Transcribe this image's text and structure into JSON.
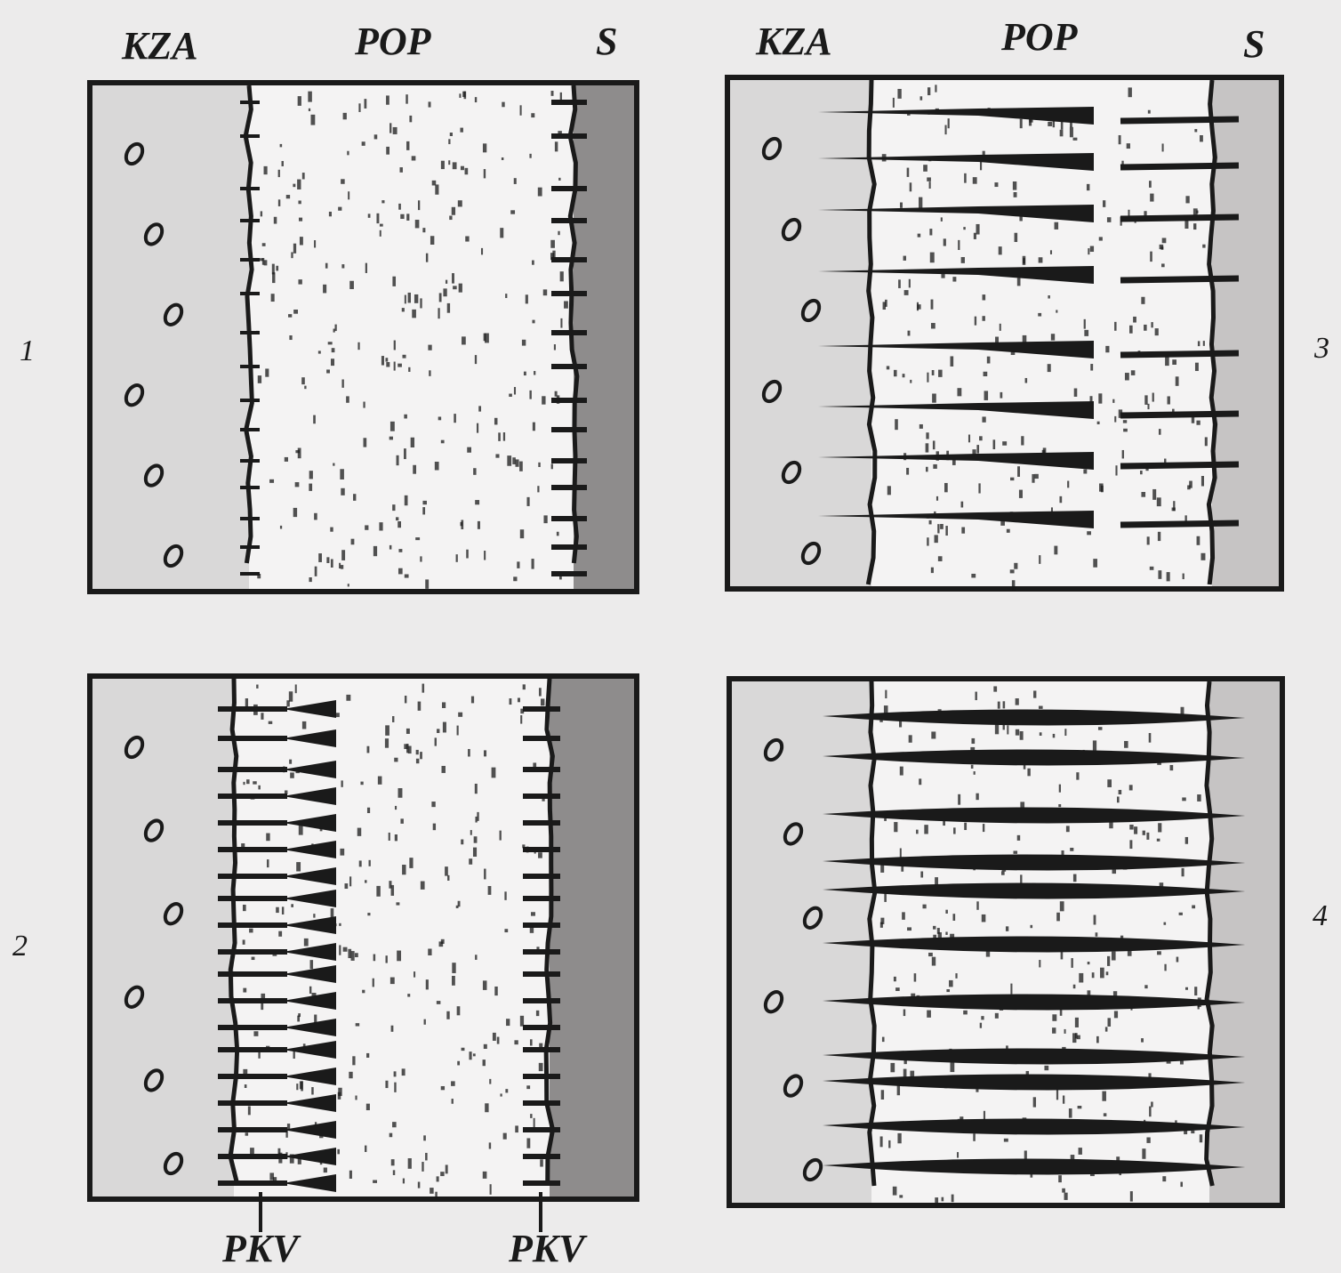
{
  "figure": {
    "header": {
      "left": [
        "KZA",
        "POP",
        "S"
      ],
      "right": [
        "KZA",
        "POP",
        "S"
      ]
    },
    "panel_numbers": [
      "1",
      "2",
      "3",
      "4"
    ],
    "bottom_labels": [
      "PKV",
      "PKV"
    ],
    "panels": [
      {
        "id": "1",
        "stage": "membrane with short bristles on both sides, no fibres"
      },
      {
        "id": "2",
        "stage": "short fibre tufts growing from left membrane"
      },
      {
        "id": "3",
        "stage": "fibres extending from both membranes, nearly meeting"
      },
      {
        "id": "4",
        "stage": "continuous fibres bridging across the zone"
      }
    ],
    "colors": {
      "ink": "#1a1a1a",
      "paper": "#ecebeb",
      "left_zone": "#d9d8d8",
      "right_zone": "#8e8c8c"
    }
  }
}
